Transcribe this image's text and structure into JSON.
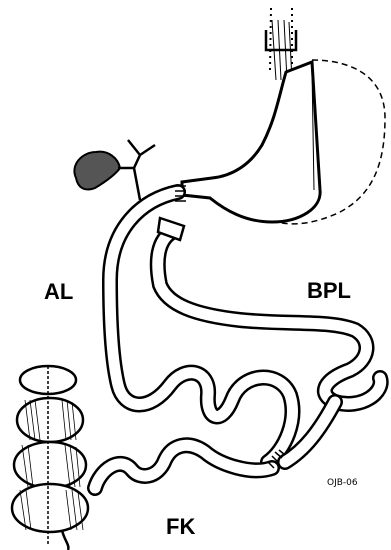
{
  "labels": {
    "afferent_limb": "AL",
    "biliopancreatic_limb": "BPL",
    "common_channel": "FK"
  },
  "signature": "OJB-06",
  "colors": {
    "ink": "#000000",
    "paper": "#ffffff"
  }
}
